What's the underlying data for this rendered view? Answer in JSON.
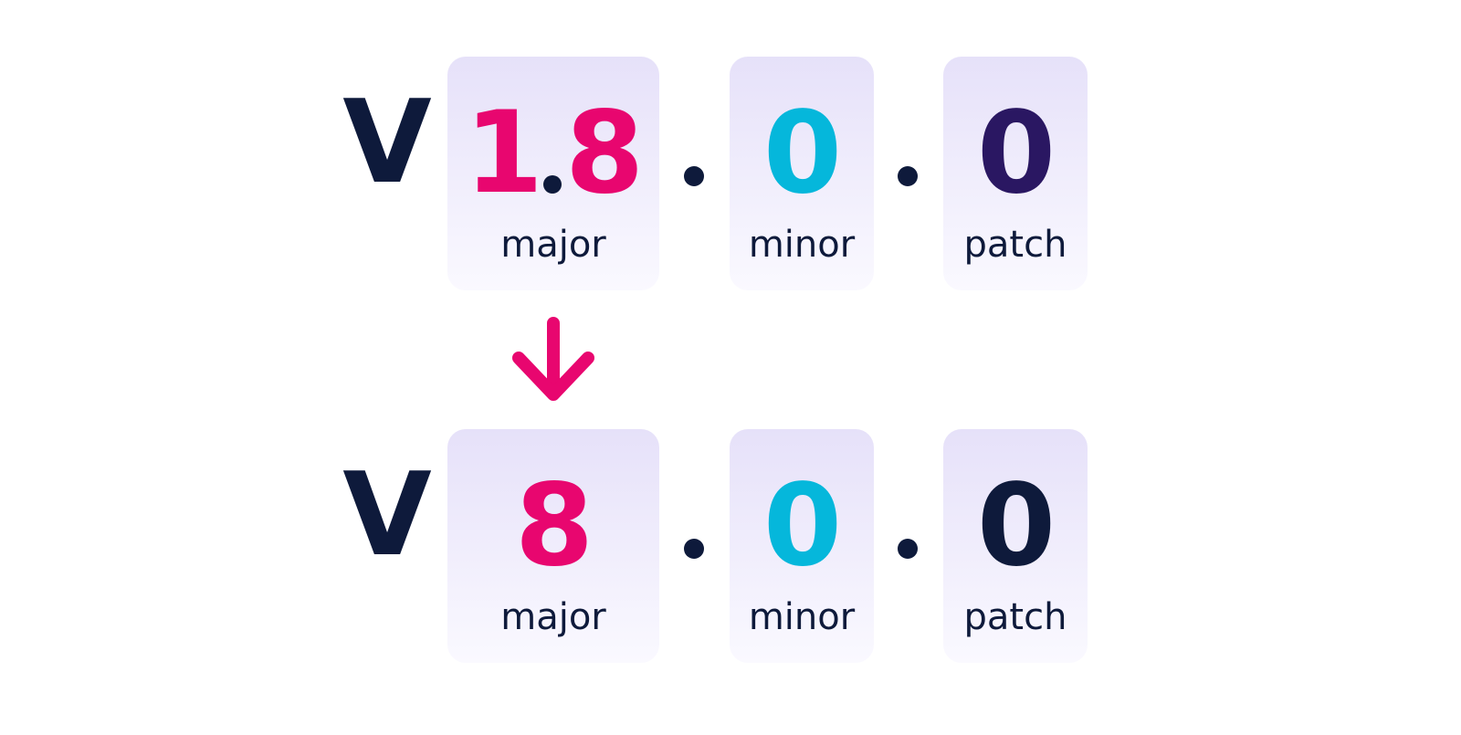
{
  "colors": {
    "navy": "#0e1a3b",
    "major": "#e8066f",
    "minor": "#05b7db",
    "patch_top": "#2a1762",
    "patch_bottom": "#0e1a3b",
    "card_bg_top": "#e6e1f9",
    "card_bg_bottom": "#faf9ff"
  },
  "before": {
    "prefix": "V",
    "major": {
      "value": "1.8",
      "value_parts": [
        "1",
        "8"
      ],
      "label": "major"
    },
    "minor": {
      "value": "0",
      "label": "minor"
    },
    "patch": {
      "value": "0",
      "label": "patch"
    }
  },
  "transition": {
    "icon": "arrow-down-icon"
  },
  "after": {
    "prefix": "V",
    "major": {
      "value": "8",
      "label": "major"
    },
    "minor": {
      "value": "0",
      "label": "minor"
    },
    "patch": {
      "value": "0",
      "label": "patch"
    }
  }
}
